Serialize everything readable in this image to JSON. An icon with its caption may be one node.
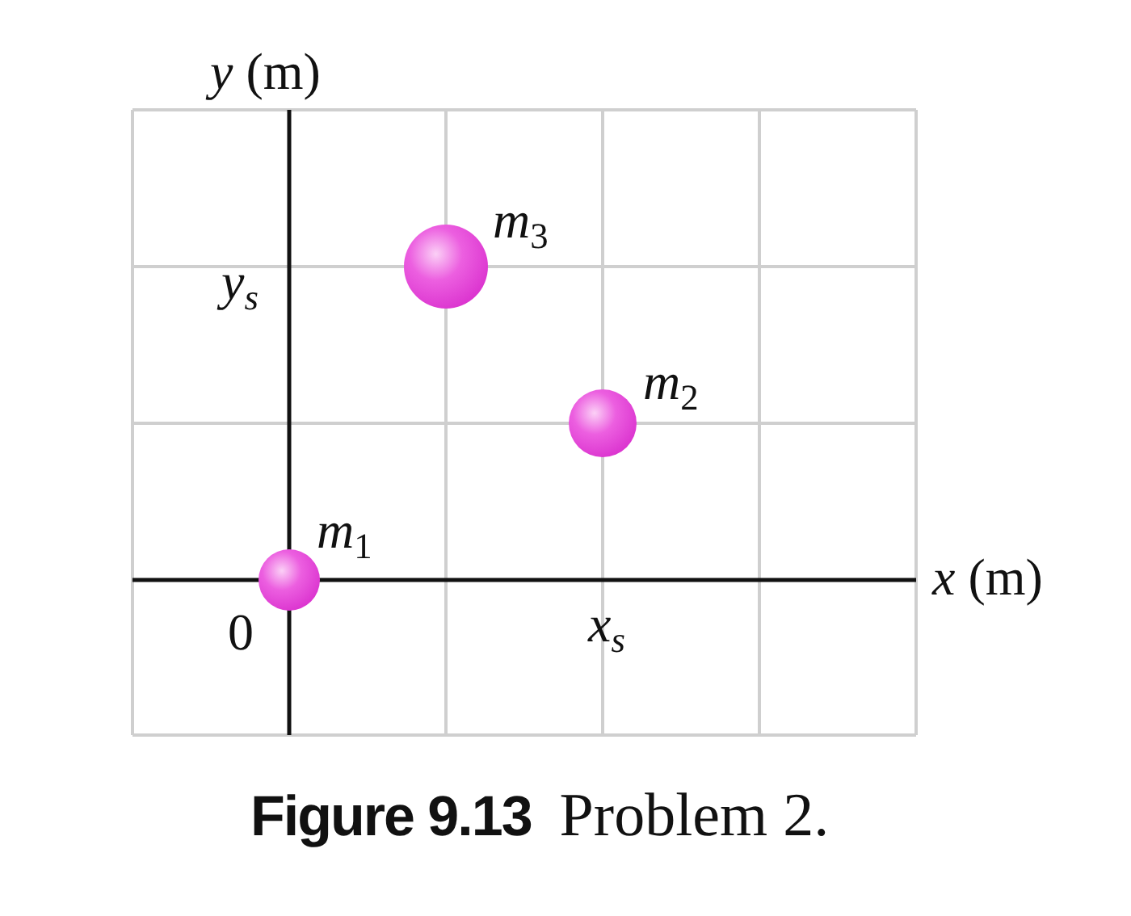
{
  "diagram": {
    "caption": "**Figure 9.13** Problem 2.",
    "nodes": [
      {
        "text": [],
        "shape": "circle",
        "beside": [
          "*m*$_{1}$"
        ]
      },
      {
        "text": [],
        "shape": "circle",
        "beside": [
          "*m*$_{2}$"
        ]
      },
      {
        "text": [],
        "shape": "circle",
        "beside": [
          "*m*$_{3}$"
        ]
      }
    ],
    "edges": [],
    "labels": [
      "*y* (m)",
      "*y*$_{s}$",
      "0",
      "*x*$_{s}$",
      "*x* (m)"
    ]
  }
}
